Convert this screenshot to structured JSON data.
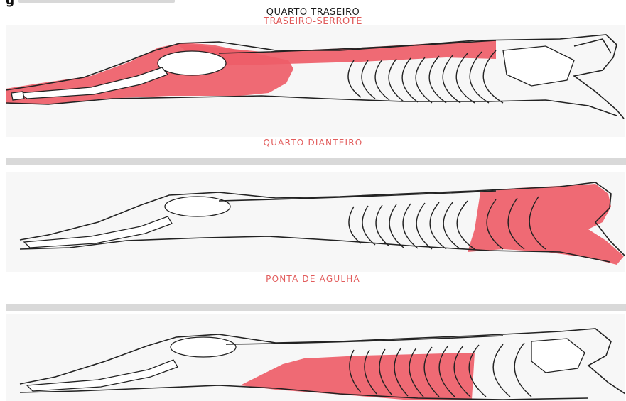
{
  "header": {
    "fragment_letter": "g",
    "title": "QUARTO TRASEIRO",
    "subtitle": "TRASEIRO-SERROTE"
  },
  "panels": [
    {
      "highlight": "traseiro-serrote",
      "caption": "QUARTO DIANTEIRO"
    },
    {
      "highlight": "quarto-dianteiro",
      "caption": "PONTA DE AGULHA"
    },
    {
      "highlight": "ponta-de-agulha",
      "caption": ""
    }
  ],
  "colors": {
    "highlight": "#ee5d68",
    "title_red": "#e05a5a",
    "separator": "#d9d9d9"
  }
}
